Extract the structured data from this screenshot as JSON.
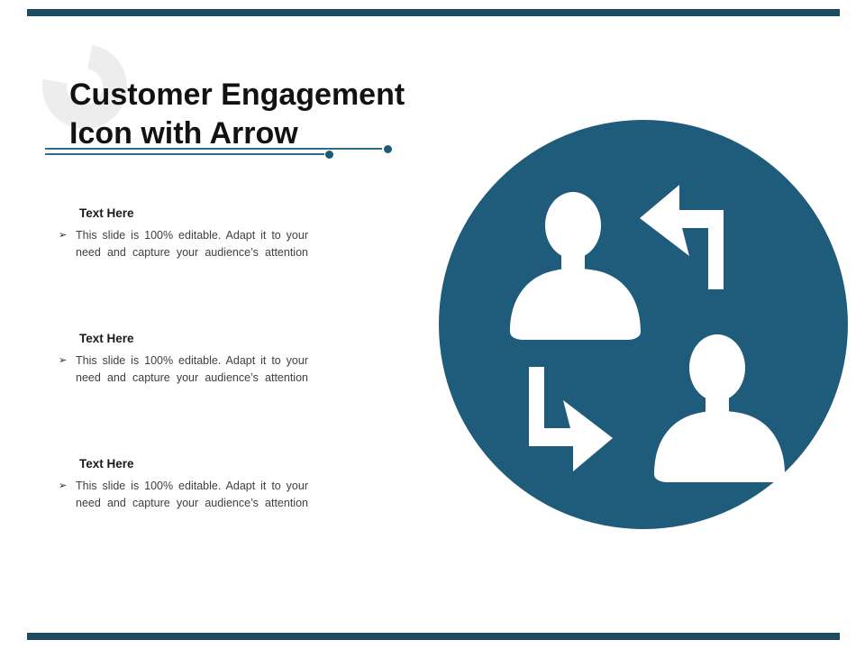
{
  "slide": {
    "title": {
      "line1": "Customer Engagement",
      "line2": "Icon with Arrow"
    },
    "bullet_glyph": "➢",
    "sections": [
      {
        "heading": "Text Here",
        "lines": [
          "This slide is 100% editable. Adapt it to your",
          "need and capture your audience’s attention"
        ]
      },
      {
        "heading": "Text Here",
        "lines": [
          "This slide is 100% editable. Adapt it to your",
          "need and capture your audience’s attention"
        ]
      },
      {
        "heading": "Text Here",
        "lines": [
          "This slide is 100% editable. Adapt it to your",
          "need and capture your audience’s attention"
        ]
      }
    ],
    "graphic": {
      "icons": [
        "user-silhouette",
        "user-silhouette",
        "turn-arrow-up-left",
        "turn-arrow-down-right"
      ]
    },
    "colors": {
      "accent_teal": "#2d6e8d",
      "dot_teal": "#1d5a78",
      "circle_teal": "#1f5b7a",
      "bar_teal": "#1d4a63",
      "title_black": "#121212",
      "body_gray": "#404040",
      "swirl_gray": "#ededed",
      "icon_white": "#ffffff"
    }
  }
}
